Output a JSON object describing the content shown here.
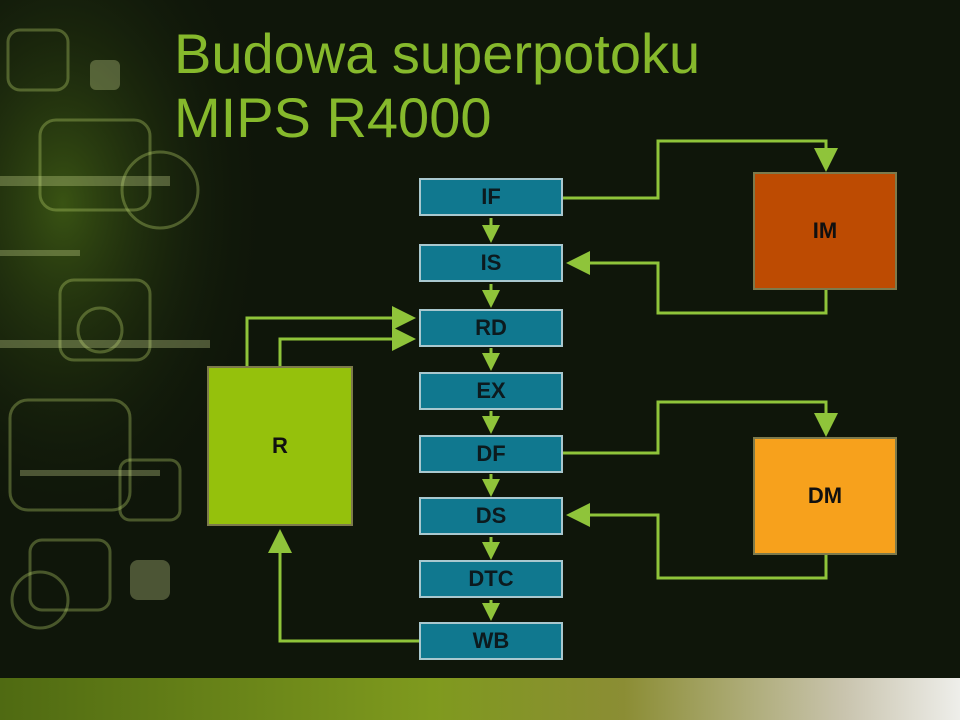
{
  "slide": {
    "title_line1": "Budowa superpotoku",
    "title_line2": "MIPS R4000"
  },
  "stages": [
    "IF",
    "IS",
    "RD",
    "EX",
    "DF",
    "DS",
    "DTC",
    "WB"
  ],
  "blocks": {
    "instruction_memory": "IM",
    "data_memory": "DM",
    "registers": "R"
  },
  "colors": {
    "title": "#86b92c",
    "stage_fill": "#10788f",
    "im_fill": "#bd4b02",
    "dm_fill": "#f7a11c",
    "reg_fill": "#95c10c",
    "wire": "#8fc43a"
  }
}
